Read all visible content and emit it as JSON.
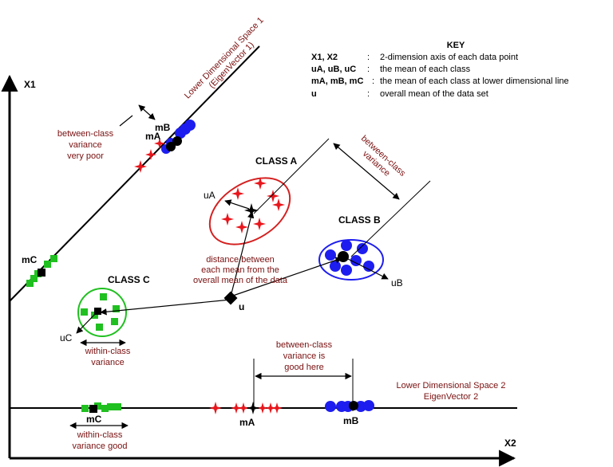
{
  "axes": {
    "x1": "X1",
    "x2": "X2"
  },
  "space1": {
    "line1": "Lower Dimensional Space 1",
    "line2": "(EigenVector 1)"
  },
  "space2": {
    "line1": "Lower Dimensional Space 2",
    "line2": "EigenVector 2"
  },
  "key": {
    "title": "KEY",
    "rows": [
      {
        "term": "X1, X2",
        "colon": ":",
        "desc": "2-dimension axis of each data point"
      },
      {
        "term": "uA, uB, uC",
        "colon": ":",
        "desc": "the mean of each class"
      },
      {
        "term": "mA, mB, mC",
        "colon": ":",
        "desc": "the mean of each class at lower dimensional line"
      },
      {
        "term": "u",
        "colon": ":",
        "desc": "overall mean of the data set"
      }
    ]
  },
  "classes": {
    "a": {
      "title": "CLASS A",
      "mean": "uA"
    },
    "b": {
      "title": "CLASS B",
      "mean": "uB"
    },
    "c": {
      "title": "CLASS C",
      "mean": "uC"
    }
  },
  "overall_mean": "u",
  "projected_means": {
    "a": "mA",
    "b": "mB",
    "c": "mC"
  },
  "annotations": {
    "between_poor": [
      "between-class",
      "variance",
      "very poor"
    ],
    "between_right": [
      "between-class",
      "variance"
    ],
    "distance": [
      "distance between",
      "each mean from the",
      "overall mean of the data"
    ],
    "within": [
      "within-class",
      "variance"
    ],
    "between_good": [
      "between-class",
      "variance is",
      "good here"
    ],
    "within_good": [
      "within-class",
      "variance good"
    ]
  },
  "colors": {
    "class_a": "#e8151b",
    "class_b": "#1d1df0",
    "class_c": "#20c020",
    "label_dark_red": "#7a1010",
    "axis": "#000000"
  }
}
